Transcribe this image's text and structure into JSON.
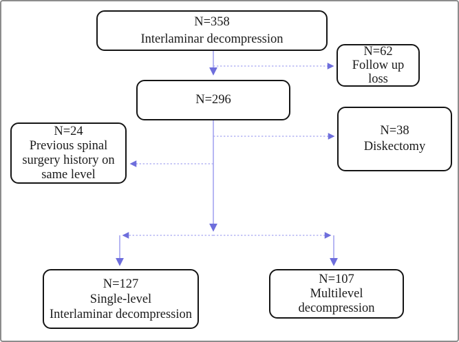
{
  "figure": {
    "background": "#ffffff",
    "frame_border_color": "#8c8c8c",
    "node_border_color": "#141414",
    "node_fill": "#ffffff",
    "text_color": "#1b1b1b",
    "connector_color": "#a4a4f0",
    "arrowhead_color": "#6e6edc"
  },
  "nodes": {
    "total": {
      "lines": [
        "N=358",
        "Interlaminar decompression"
      ]
    },
    "follow_up_loss": {
      "lines": [
        "N=62",
        "Follow up",
        "loss"
      ]
    },
    "remaining": {
      "lines": [
        "N=296"
      ]
    },
    "previous_surgery": {
      "lines": [
        "N=24",
        "Previous spinal",
        "surgery history on",
        "same level"
      ]
    },
    "diskectomy": {
      "lines": [
        "N=38",
        "Diskectomy"
      ]
    },
    "single_level": {
      "lines": [
        "N=127",
        "Single-level",
        "Interlaminar decompression"
      ]
    },
    "multilevel": {
      "lines": [
        "N=107",
        "Multilevel",
        "decompression"
      ]
    }
  }
}
